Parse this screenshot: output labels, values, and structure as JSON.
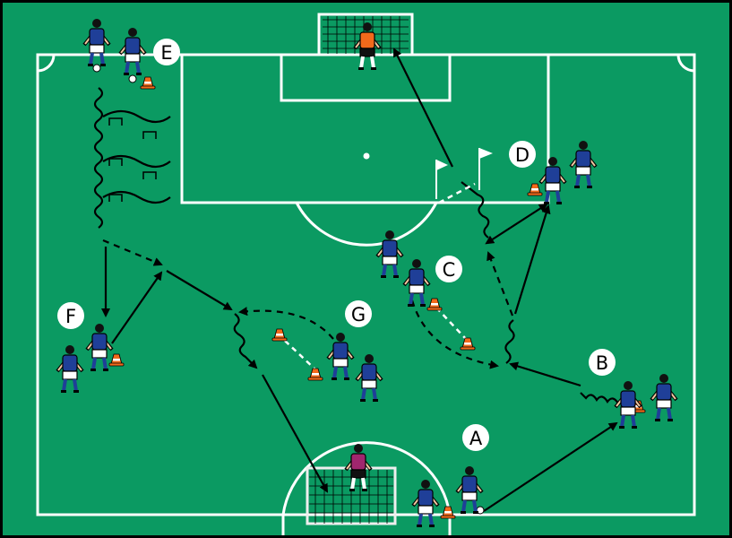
{
  "diagram": {
    "colors": {
      "pitch": "#0b9a62",
      "lines": "#ffffff",
      "shirt": "#1f3f98",
      "keeper_top": "#f26a1b",
      "keeper_bottom": "#a0266e",
      "cone": "#f26a1b"
    },
    "stations": [
      {
        "label": "A"
      },
      {
        "label": "B"
      },
      {
        "label": "C"
      },
      {
        "label": "D"
      },
      {
        "label": "E"
      },
      {
        "label": "F"
      },
      {
        "label": "G"
      }
    ]
  }
}
